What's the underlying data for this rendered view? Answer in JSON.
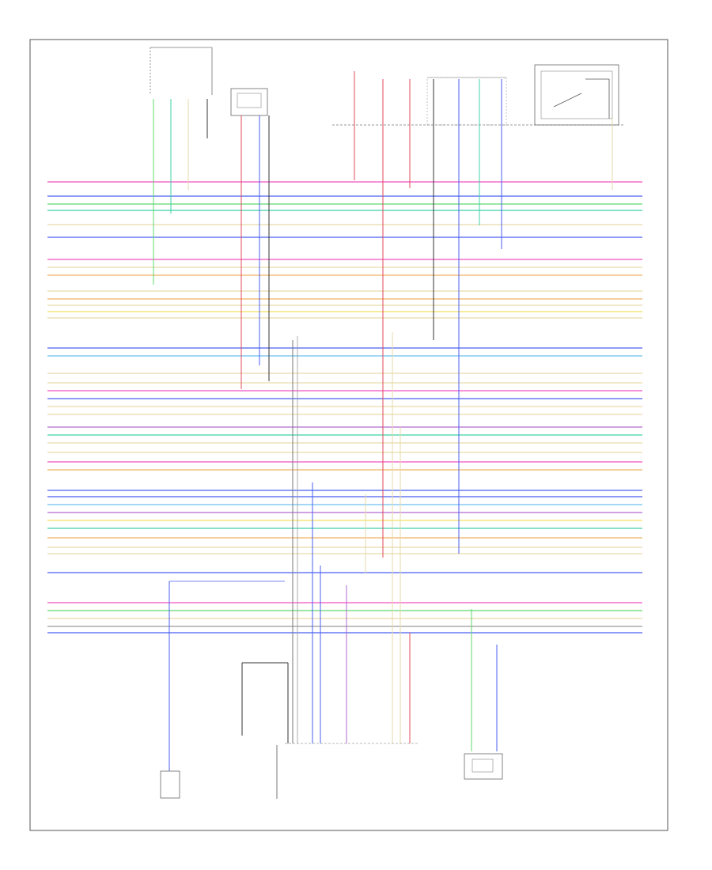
{
  "diagram": {
    "footer_code": "",
    "wire_colors": {
      "pink": "#f24fc1",
      "blue": "#4a5ff0",
      "green": "#5fd86c",
      "teal": "#3fd0a8",
      "tan": "#e6d9a8",
      "orange": "#f0b060",
      "yellow": "#f0e060",
      "red": "#e04a5a",
      "purple": "#b06ad0",
      "lightblue": "#6ac0f0",
      "gray": "#9a9a9a",
      "black": "#333333"
    },
    "wires": [
      {
        "row": 1,
        "left_label": "",
        "right_label": "",
        "color": "pink"
      },
      {
        "row": 2,
        "left_label": "",
        "right_label": "",
        "color": "blue"
      },
      {
        "row": 3,
        "left_label": "",
        "right_label": "",
        "color": "green"
      },
      {
        "row": 4,
        "left_label": "",
        "right_label": "",
        "color": "teal"
      },
      {
        "row": 5,
        "left_label": "",
        "right_label": "",
        "color": "tan"
      },
      {
        "row": 6,
        "left_label": "",
        "right_label": "",
        "color": "blue"
      },
      {
        "row": 7,
        "left_label": "",
        "right_label": "",
        "color": "pink"
      },
      {
        "row": 8,
        "left_label": "",
        "right_label": "",
        "color": "tan"
      },
      {
        "row": 9,
        "left_label": "",
        "right_label": "",
        "color": "orange"
      },
      {
        "row": 10,
        "left_label": "",
        "right_label": "",
        "color": "tan"
      },
      {
        "row": 11,
        "left_label": "",
        "right_label": "",
        "color": "orange"
      },
      {
        "row": 12,
        "left_label": "",
        "right_label": "",
        "color": "tan"
      },
      {
        "row": 13,
        "left_label": "",
        "right_label": "",
        "color": "yellow"
      },
      {
        "row": 14,
        "left_label": "",
        "right_label": "",
        "color": "tan"
      },
      {
        "row": 15,
        "left_label": "",
        "right_label": "",
        "color": "blue"
      },
      {
        "row": 16,
        "left_label": "",
        "right_label": "",
        "color": "lightblue"
      },
      {
        "row": 17,
        "left_label": "",
        "right_label": "",
        "color": "tan"
      },
      {
        "row": 18,
        "left_label": "",
        "right_label": "",
        "color": "tan"
      },
      {
        "row": 19,
        "left_label": "",
        "right_label": "",
        "color": "pink"
      },
      {
        "row": 20,
        "left_label": "",
        "right_label": "",
        "color": "blue"
      },
      {
        "row": 21,
        "left_label": "",
        "right_label": "",
        "color": "tan"
      },
      {
        "row": 22,
        "left_label": "",
        "right_label": "",
        "color": "tan"
      },
      {
        "row": 23,
        "left_label": "",
        "right_label": "",
        "color": "purple"
      },
      {
        "row": 24,
        "left_label": "",
        "right_label": "",
        "color": "teal"
      },
      {
        "row": 25,
        "left_label": "",
        "right_label": "",
        "color": "tan"
      },
      {
        "row": 26,
        "left_label": "",
        "right_label": "",
        "color": "tan"
      },
      {
        "row": 27,
        "left_label": "",
        "right_label": "",
        "color": "pink"
      },
      {
        "row": 28,
        "left_label": "",
        "right_label": "",
        "color": "orange"
      },
      {
        "row": 29,
        "left_label": "",
        "right_label": "",
        "color": "blue"
      },
      {
        "row": 30,
        "left_label": "",
        "right_label": "",
        "color": "blue"
      },
      {
        "row": 31,
        "left_label": "",
        "right_label": "",
        "color": "lightblue"
      },
      {
        "row": 32,
        "left_label": "",
        "right_label": "",
        "color": "purple"
      },
      {
        "row": 33,
        "left_label": "",
        "right_label": "",
        "color": "yellow"
      },
      {
        "row": 34,
        "left_label": "",
        "right_label": "",
        "color": "teal"
      },
      {
        "row": 35,
        "left_label": "",
        "right_label": "",
        "color": "orange"
      },
      {
        "row": 36,
        "left_label": "",
        "right_label": "",
        "color": "tan"
      },
      {
        "row": 37,
        "left_label": "",
        "right_label": "",
        "color": "tan"
      },
      {
        "row": 38,
        "left_label": "",
        "right_label": "",
        "color": "blue"
      },
      {
        "row": 39,
        "left_label": "",
        "right_label": "",
        "color": "pink"
      },
      {
        "row": 40,
        "left_label": "",
        "right_label": "",
        "color": "green"
      },
      {
        "row": 41,
        "left_label": "",
        "right_label": "",
        "color": "tan"
      },
      {
        "row": 42,
        "left_label": "",
        "right_label": "",
        "color": "gray"
      },
      {
        "row": 43,
        "left_label": "",
        "right_label": "",
        "color": "blue"
      }
    ]
  }
}
